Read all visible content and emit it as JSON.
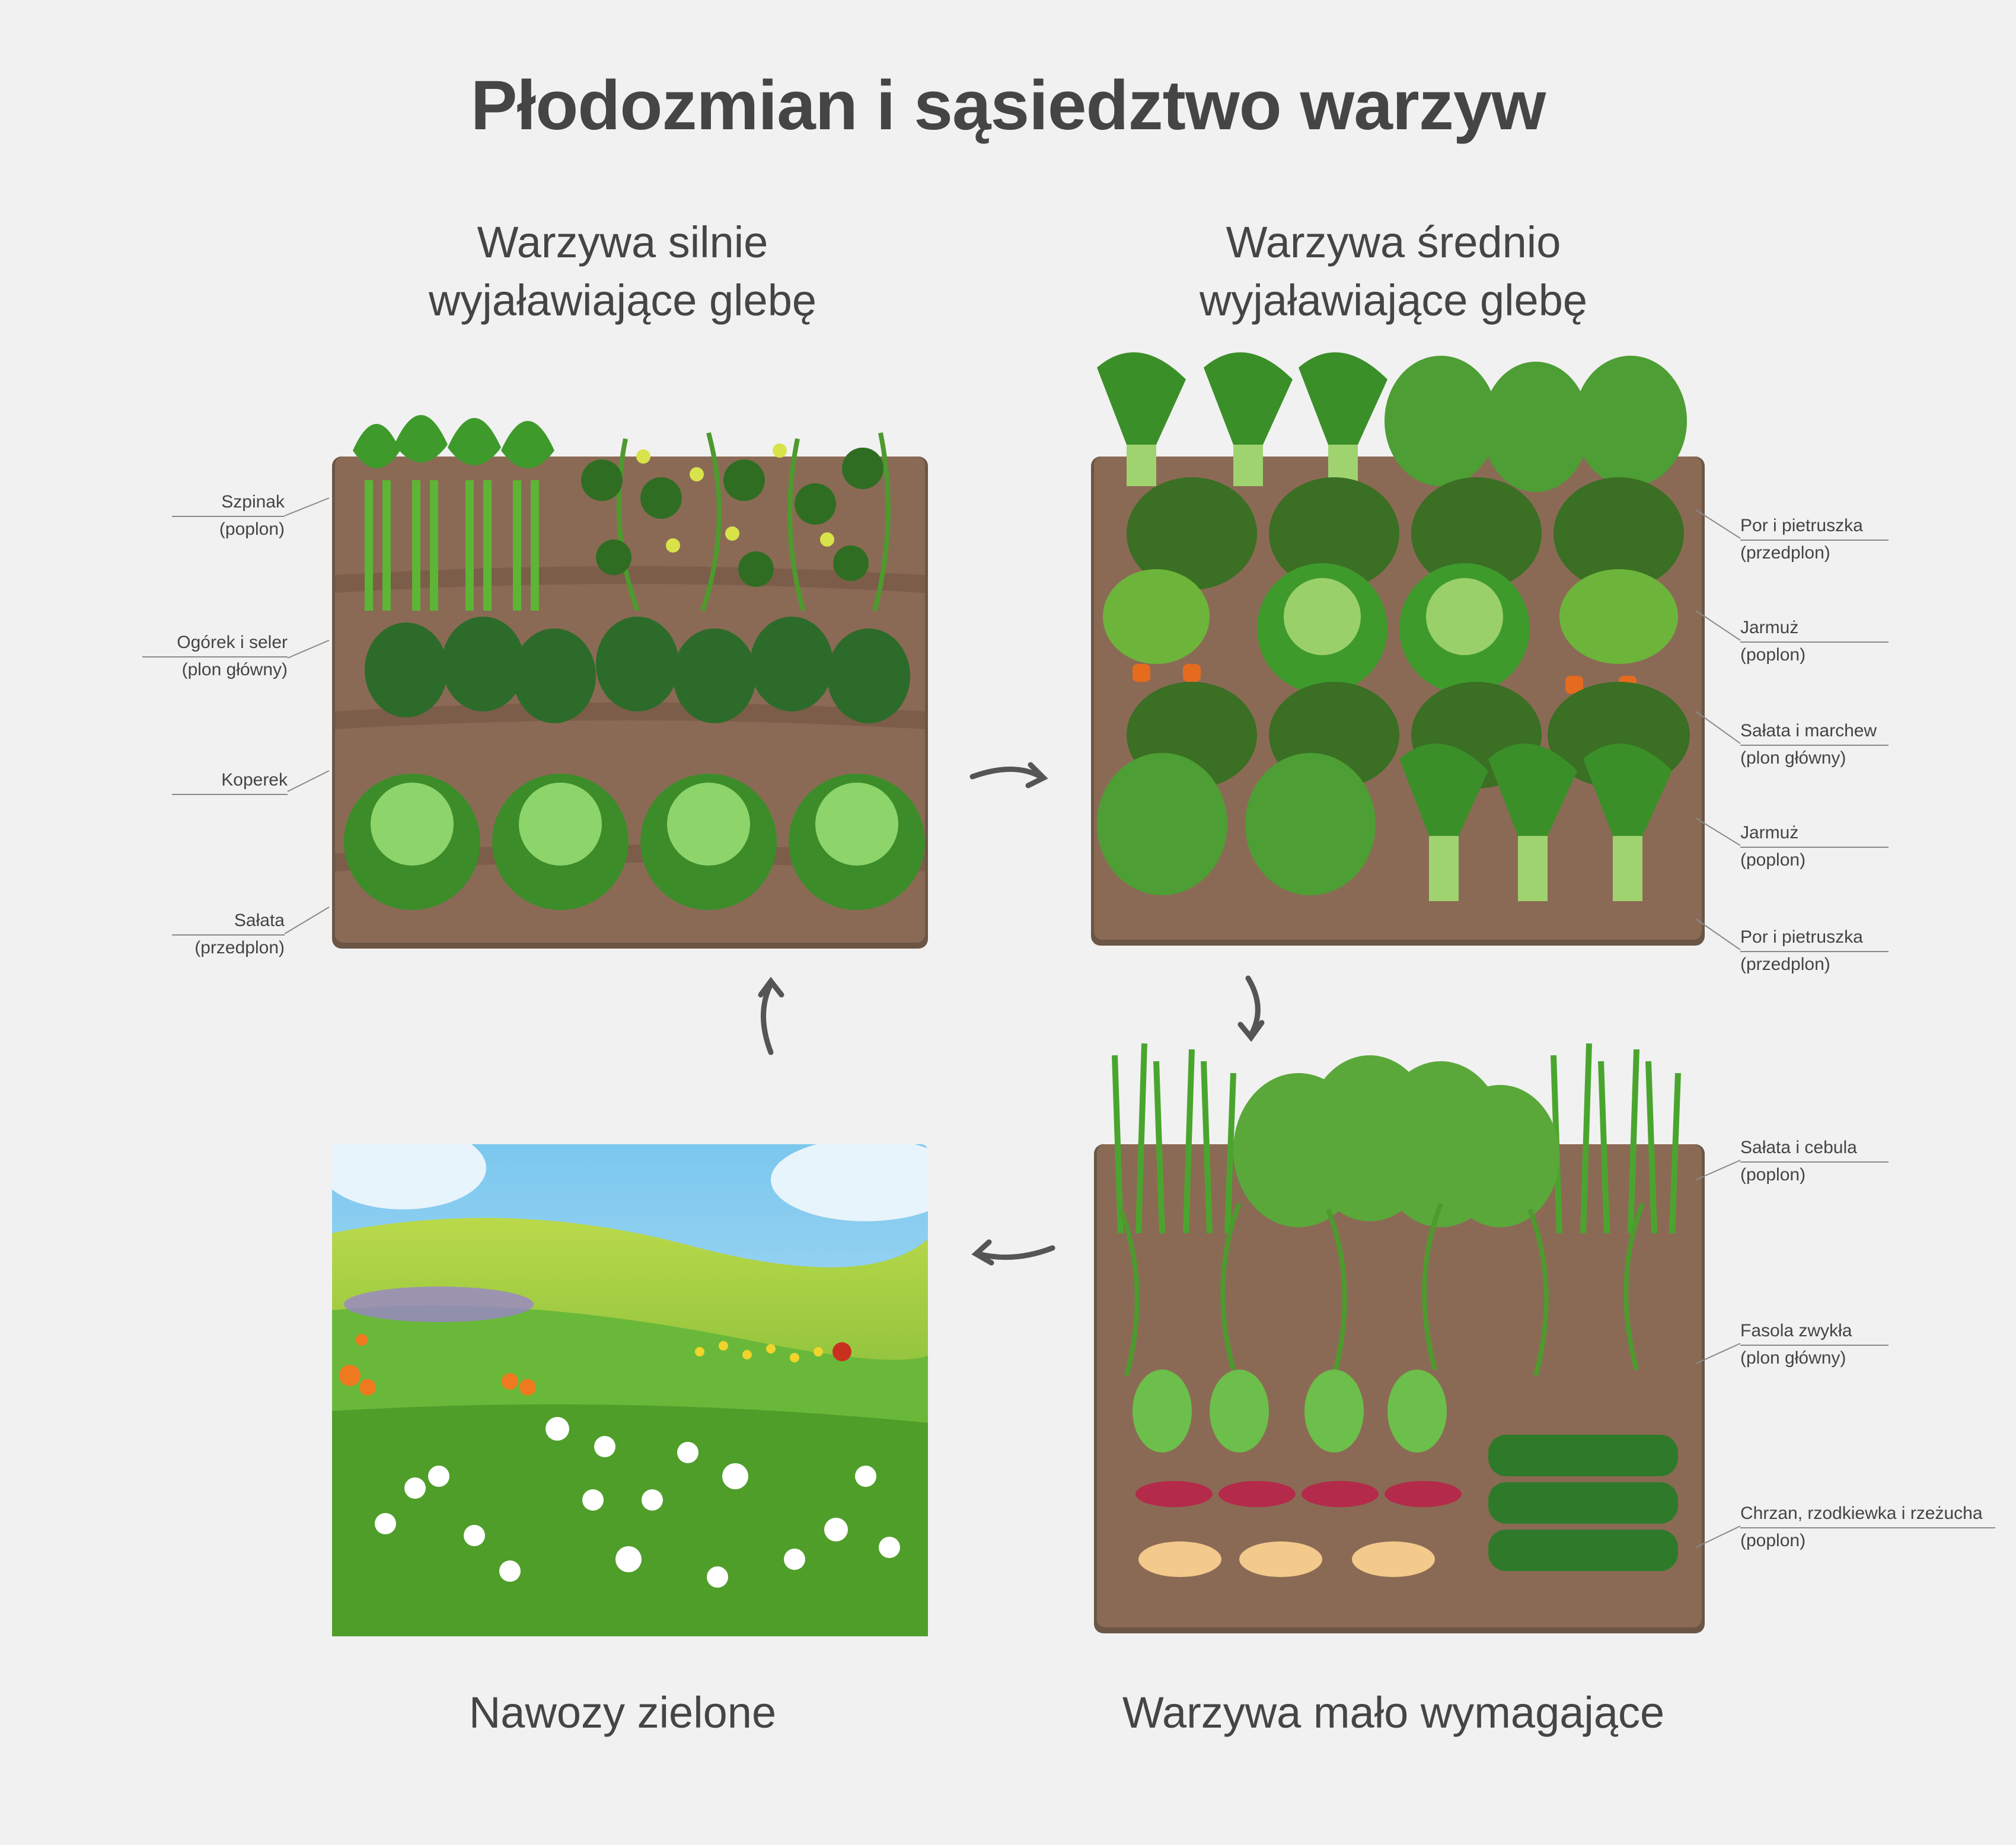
{
  "title": "Płodozmian i sąsiedztwo warzyw",
  "sections": {
    "heavy": "Warzywa silnie wyjaławiające glebę",
    "medium": "Warzywa średnio wyjaławiające glebę",
    "light": "Warzywa mało wymagające",
    "green": "Nawozy zielone"
  },
  "labels_heavy": [
    {
      "line1": "Szpinak",
      "line2": "(poplon)"
    },
    {
      "line1": "Ogórek i seler",
      "line2": "(plon główny)"
    },
    {
      "line1": "Koperek",
      "line2": ""
    },
    {
      "line1": "Sałata",
      "line2": "(przedplon)"
    }
  ],
  "labels_medium": [
    {
      "line1": "Por i pietruszka",
      "line2": "(przedplon)"
    },
    {
      "line1": "Jarmuż",
      "line2": "(poplon)"
    },
    {
      "line1": "Sałata i marchew",
      "line2": "(plon główny)"
    },
    {
      "line1": "Jarmuż",
      "line2": "(poplon)"
    },
    {
      "line1": "Por i pietruszka",
      "line2": "(przedplon)"
    }
  ],
  "labels_light": [
    {
      "line1": "Sałata i cebula",
      "line2": "(poplon)"
    },
    {
      "line1": "Fasola zwykła",
      "line2": "(plon główny)"
    },
    {
      "line1": "Chrzan, rzodkiewka i rzeżucha",
      "line2": "(poplon)"
    }
  ],
  "colors": {
    "soil": "#8b6a55",
    "soil_dark": "#7a5c48",
    "leaf": "#3f9a2c",
    "leaf_light": "#7cc63f",
    "arrow": "#555555"
  }
}
